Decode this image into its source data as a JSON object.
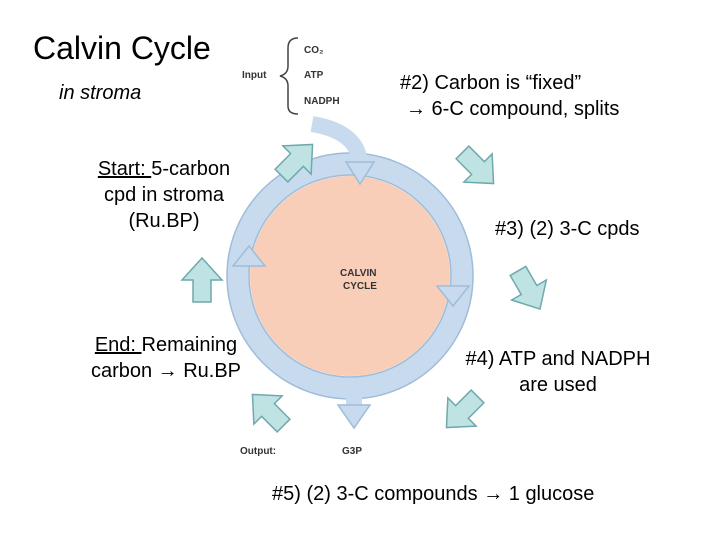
{
  "title": "Calvin Cycle",
  "subtitle": "in stroma",
  "input_label": "Input",
  "inputs": [
    "CO₂",
    "ATP",
    "NADPH"
  ],
  "output_label": "Output:",
  "output": "G3P",
  "cycle_label_1": "CALVIN",
  "cycle_label_2": "CYCLE",
  "start": {
    "prefix": "Start: ",
    "line1": "5-carbon",
    "line2": "cpd in stroma",
    "line3": "(Ru.BP)"
  },
  "step2": {
    "line1": "#2) Carbon is “fixed”",
    "line2": "→ 6-C compound, splits"
  },
  "step3": "#3) (2) 3-C cpds",
  "step4": {
    "line1": "#4) ATP and NADPH",
    "line2": "are used"
  },
  "step5": "#5) (2)  3-C compounds → 1 glucose",
  "end": {
    "prefix": "End: ",
    "line1": "Remaining",
    "line2": "carbon → Ru.BP"
  },
  "colors": {
    "ring": "#c8dbee",
    "ring_stroke": "#9fbcd8",
    "core": "#f8ceb8",
    "arrow": "#bfe3e3",
    "arrow_stroke": "#6fa9ad"
  }
}
